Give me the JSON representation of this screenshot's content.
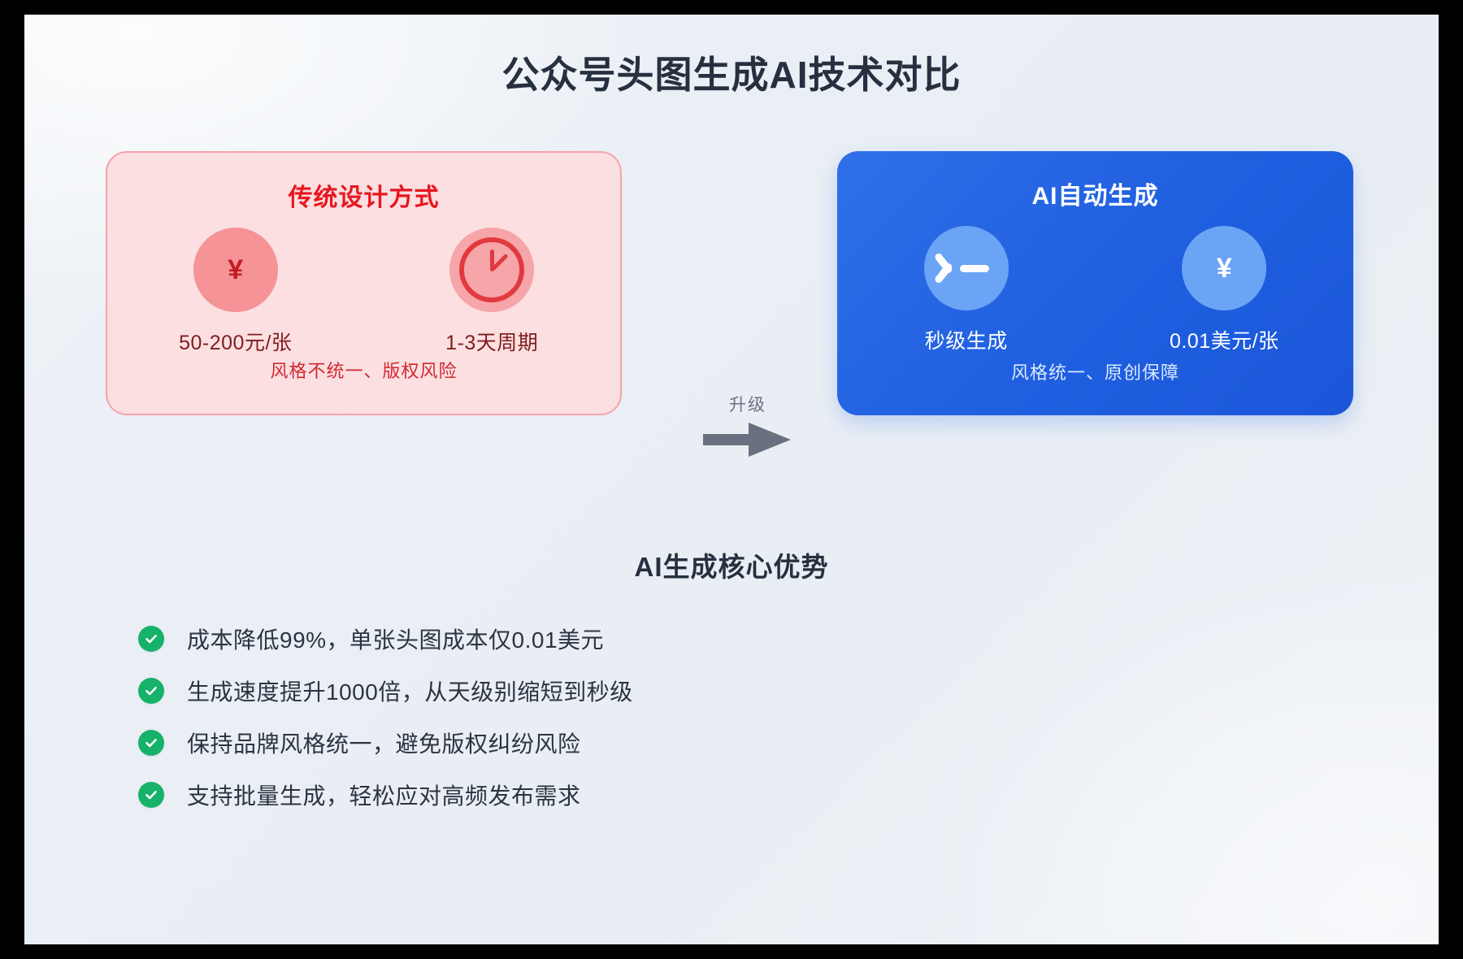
{
  "header": {
    "title": "公众号头图生成AI技术对比"
  },
  "comparison": {
    "upgrade": {
      "label": "升级",
      "icon": "arrow-right-icon"
    },
    "traditional": {
      "title": "传统设计方式",
      "accent_color": "#e8161f",
      "bg_color": "#fbdfe1",
      "metrics": [
        {
          "icon": "yen-icon",
          "glyph": "¥",
          "label": "50-200元/张"
        },
        {
          "icon": "clock-icon",
          "glyph": "",
          "label": "1-3天周期"
        }
      ],
      "note": "风格不统一、版权风险"
    },
    "ai": {
      "title": "AI自动生成",
      "accent_color": "#ffffff",
      "bg_color": "#2563eb",
      "metrics": [
        {
          "icon": "speed-clock-icon",
          "glyph": "",
          "label": "秒级生成"
        },
        {
          "icon": "yen-icon",
          "glyph": "¥",
          "label": "0.01美元/张"
        }
      ],
      "note": "风格统一、原创保障"
    }
  },
  "advantages": {
    "title": "AI生成核心优势",
    "check_color": "#16b26a",
    "items": [
      "成本降低99%，单张头图成本仅0.01美元",
      "生成速度提升1000倍，从天级别缩短到秒级",
      "保持品牌风格统一，避免版权纠纷风险",
      "支持批量生成，轻松应对高频发布需求"
    ]
  }
}
